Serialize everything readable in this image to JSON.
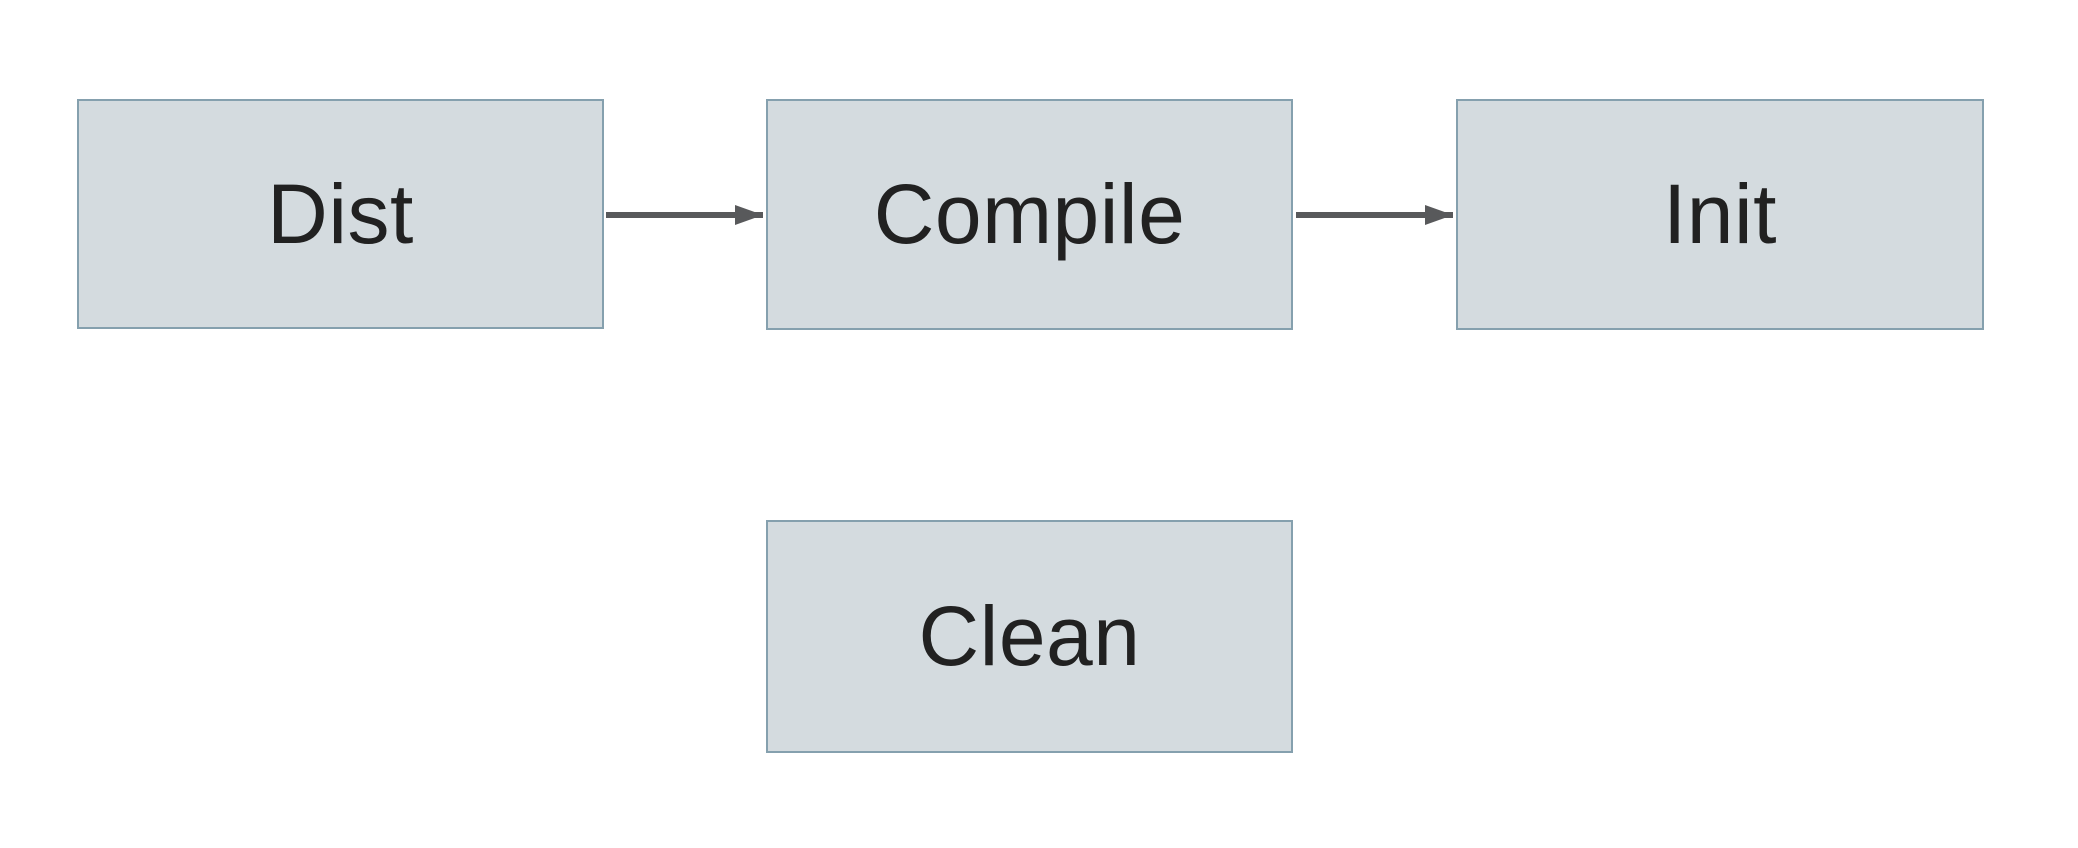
{
  "diagram": {
    "type": "flowchart",
    "nodes": [
      {
        "id": "dist",
        "label": "Dist"
      },
      {
        "id": "compile",
        "label": "Compile"
      },
      {
        "id": "init",
        "label": "Init"
      },
      {
        "id": "clean",
        "label": "Clean"
      }
    ],
    "edges": [
      {
        "from": "Dist",
        "to": "Compile",
        "style": "solid-arrow",
        "direction": "right"
      },
      {
        "from": "Compile",
        "to": "Init",
        "style": "solid-arrow",
        "direction": "right"
      }
    ],
    "unconnected_nodes": [
      "Clean"
    ],
    "colors": {
      "background": "#ffffff",
      "node_fill": "#d4dbdf",
      "node_border": "#85a0ae",
      "arrow": "#58595b",
      "text": "#212121"
    }
  }
}
